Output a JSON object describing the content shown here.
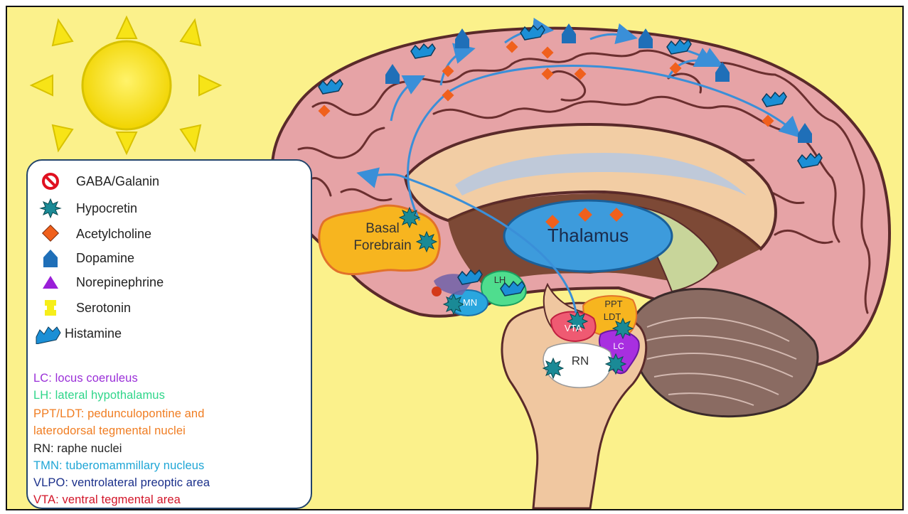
{
  "legend": {
    "items": [
      {
        "label": "GABA/Galanin",
        "icon": "gaba-galanin-icon",
        "color": "#e01020"
      },
      {
        "label": "Hypocretin",
        "icon": "hypocretin-icon",
        "color": "#1a8a96"
      },
      {
        "label": "Acetylcholine",
        "icon": "acetylcholine-icon",
        "color": "#f0601c"
      },
      {
        "label": "Dopamine",
        "icon": "dopamine-icon",
        "color": "#1f6fb8"
      },
      {
        "label": "Norepinephrine",
        "icon": "norepinephrine-icon",
        "color": "#9a1fd8"
      },
      {
        "label": "Serotonin",
        "icon": "serotonin-icon",
        "color": "#f6ee1a"
      },
      {
        "label": "Histamine",
        "icon": "histamine-icon",
        "color": "#1b8fd6"
      }
    ],
    "abbreviations": [
      {
        "text": "LC: locus coeruleus",
        "color": "#9a2fd8"
      },
      {
        "text": "LH: lateral hypothalamus",
        "color": "#2fd68a"
      },
      {
        "text": "PPT/LDT: pedunculopontine and",
        "color": "#f07d22"
      },
      {
        "text": "laterodorsal tegmental nuclei",
        "color": "#f07d22"
      },
      {
        "text": "RN: raphe nuclei",
        "color": "#222222"
      },
      {
        "text": "TMN: tuberomammillary nucleus",
        "color": "#1fa6d6"
      },
      {
        "text": "VLPO: ventrolateral preoptic area",
        "color": "#1a2f8a"
      },
      {
        "text": "VTA: ventral tegmental area",
        "color": "#d21428"
      }
    ]
  },
  "regions": {
    "basal_forebrain_line1": "Basal",
    "basal_forebrain_line2": "Forebrain",
    "thalamus": "Thalamus",
    "ppt": "PPT",
    "ldt": "LDT",
    "vta": "VTA",
    "rn": "RN",
    "lh": "LH",
    "tmn": "MN",
    "lc": "LC"
  },
  "colors": {
    "background": "#fbf18b",
    "brain": "#e6a3a6",
    "sun": "#f7e417",
    "thalamus": "#3d9bdc",
    "basal_forebrain": "#f7b51f"
  }
}
